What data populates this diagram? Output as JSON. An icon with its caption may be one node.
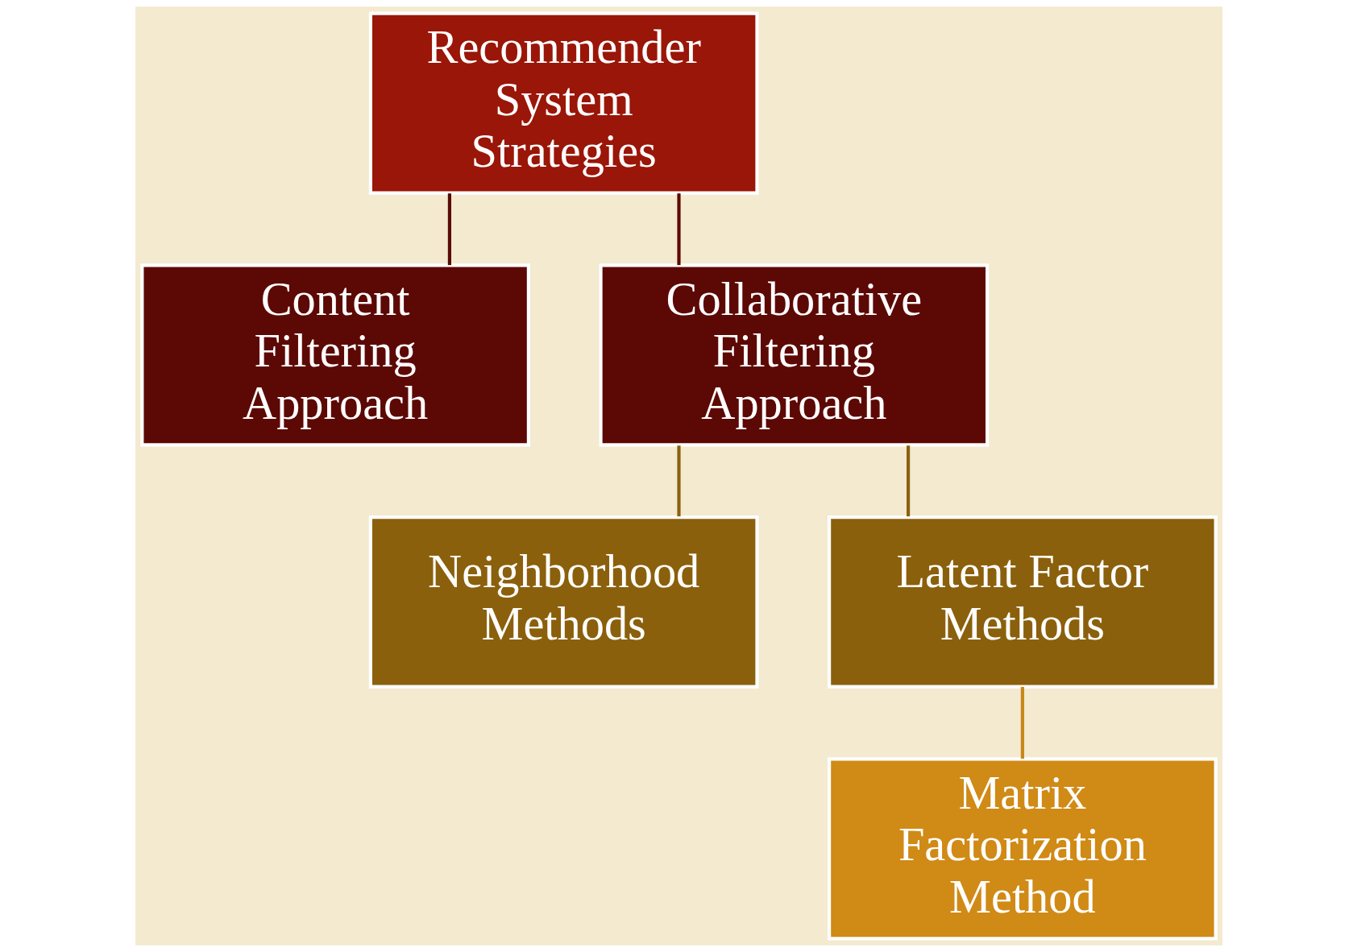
{
  "diagram": {
    "nodes": [
      {
        "text": [
          "Recommender System Strategies"
        ]
      },
      {
        "text": [
          "Content Filtering Approach"
        ]
      },
      {
        "text": [
          "Collaborative Filtering Approach"
        ]
      },
      {
        "text": [
          "Neighborhood Methods"
        ]
      },
      {
        "text": [
          "Latent Factor Methods"
        ]
      },
      {
        "text": [
          "Matrix Factorization Method"
        ]
      }
    ],
    "edges": [
      {
        "from": 0,
        "to": 1,
        "arrow": "none",
        "color": "#5c0a05"
      },
      {
        "from": 0,
        "to": 2,
        "arrow": "none",
        "color": "#5c0a05"
      },
      {
        "from": 2,
        "to": 3,
        "arrow": "none",
        "color": "#8b6010"
      },
      {
        "from": 2,
        "to": 4,
        "arrow": "none",
        "color": "#8b6010"
      },
      {
        "from": 4,
        "to": 5,
        "arrow": "none",
        "color": "#c8861a"
      }
    ]
  }
}
